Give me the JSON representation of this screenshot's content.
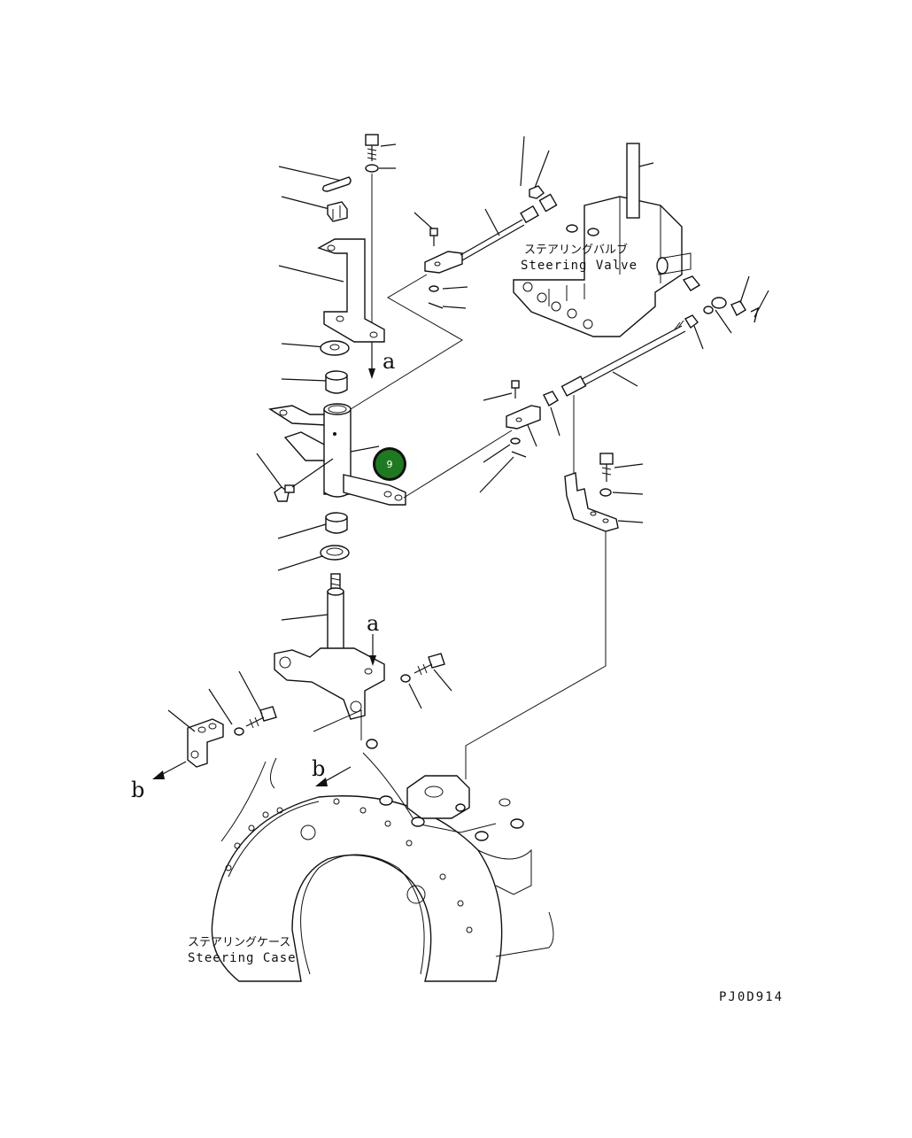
{
  "labels": {
    "steering_valve_jp": "ステアリングバルブ",
    "steering_valve_en": "Steering Valve",
    "steering_case_jp": "ステアリングケース",
    "steering_case_en": "Steering Case",
    "drawing_code": "PJ0D914"
  },
  "view_markers": {
    "a": "a",
    "b": "b"
  },
  "hotspot": {
    "number": "9",
    "color": "#1e7a1e"
  }
}
